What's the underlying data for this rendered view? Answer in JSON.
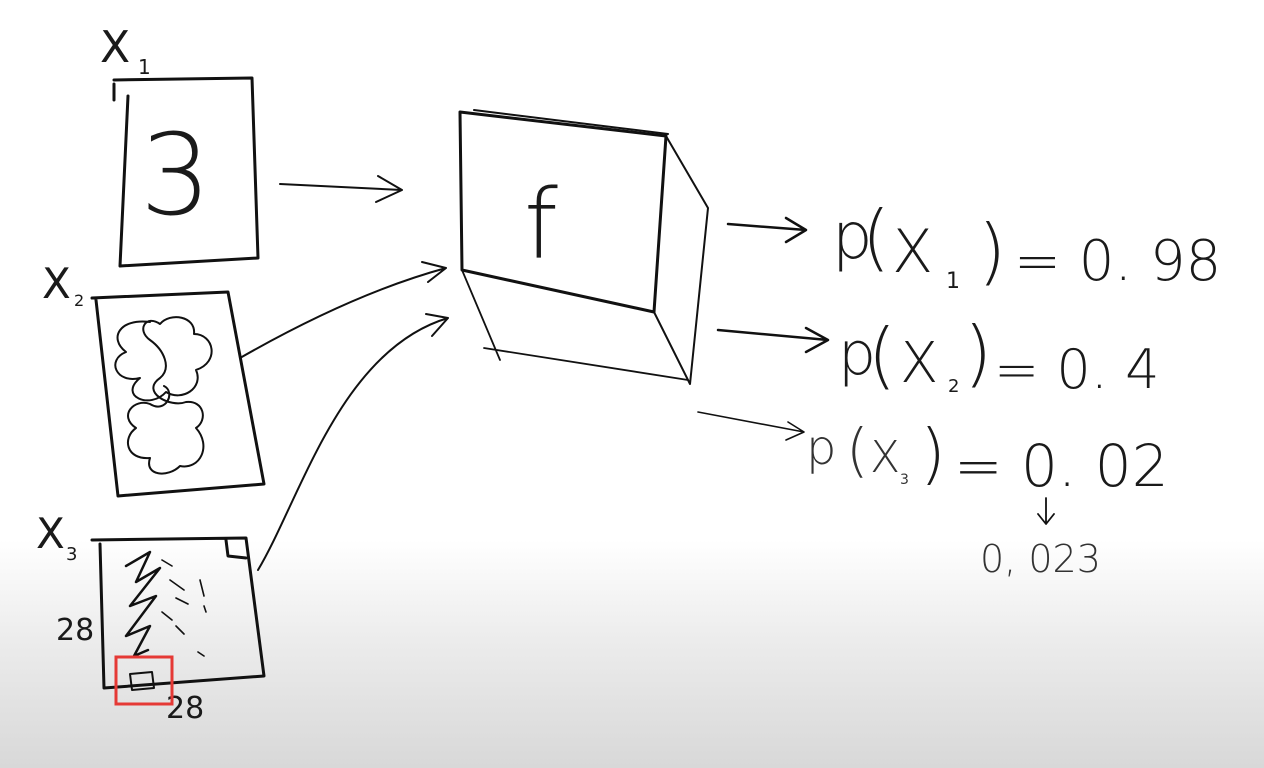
{
  "inputs": {
    "x1": {
      "label": "X",
      "sub": "1",
      "content": "3"
    },
    "x2": {
      "label": "X",
      "sub": "2"
    },
    "x3": {
      "label": "X",
      "sub": "3",
      "height_dim": "28",
      "width_dim": "28"
    }
  },
  "model": {
    "name": "f"
  },
  "outputs": [
    {
      "p": "p",
      "x": "X",
      "sub": "1",
      "value": "0.98",
      "eq": "= 0. 98"
    },
    {
      "p": "p",
      "x": "X",
      "sub": "2",
      "value": "0.4",
      "eq": "= 0. 4"
    },
    {
      "p": "p",
      "x": "X",
      "sub": "3",
      "value": "0.02",
      "eq": "= 0. 02"
    }
  ],
  "refinement": {
    "value": "0, 023"
  },
  "highlight": {
    "color": "#e53935"
  }
}
